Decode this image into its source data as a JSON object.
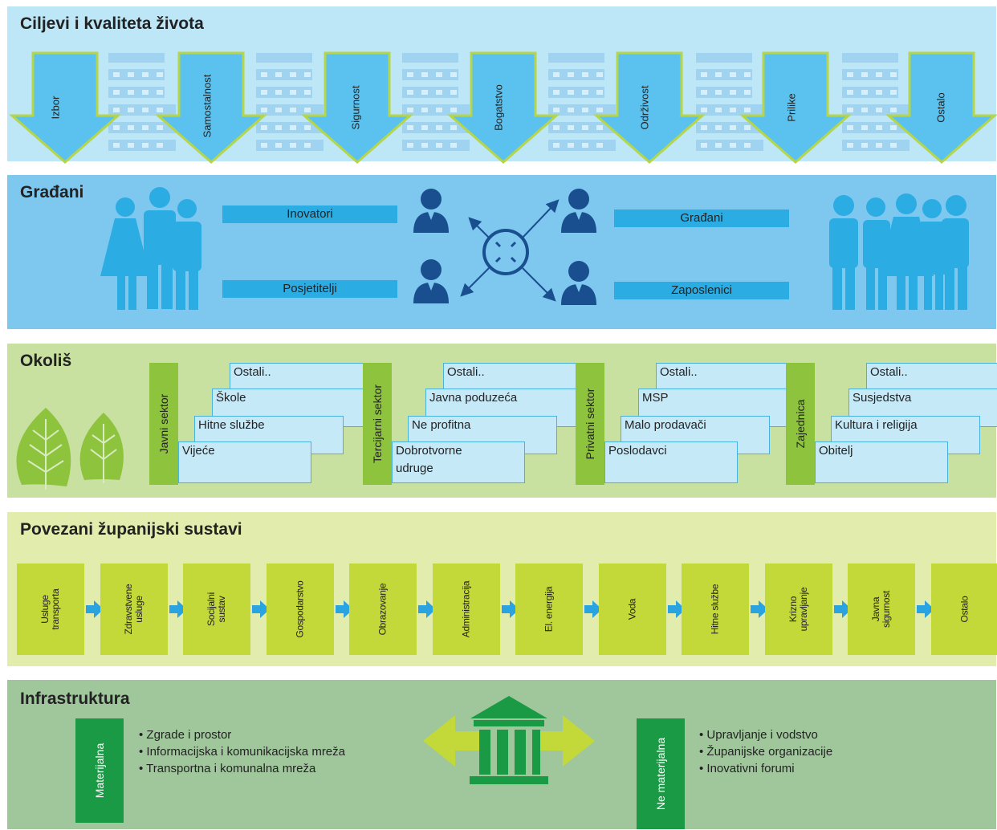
{
  "colors": {
    "band1": "#bde6f7",
    "band2": "#7ec8f0",
    "band3": "#c8e0a0",
    "band4": "#e2ecac",
    "band5": "#9fc79b",
    "arrow_fill": "#5bc2ef",
    "arrow_stroke": "#b5d64a",
    "people_light": "#2bace3",
    "people_dark": "#1a4f8f",
    "sector_green": "#8ec33e",
    "card_blue": "#c6e9f8",
    "system_green": "#c3d93a",
    "chevron_blue": "#2aa4e0",
    "material_green": "#1a9a44",
    "side_arrow_green": "#c3d93a"
  },
  "goals": {
    "title": "Ciljevi i kvaliteta života",
    "items": [
      "Izbor",
      "Samostalnost",
      "Sigurnost",
      "Bogatstvo",
      "Održivost",
      "Prilike",
      "Ostalo"
    ]
  },
  "citizens": {
    "title": "Građani",
    "left_bars": [
      "Inovatori",
      "Posjetitelji"
    ],
    "right_bars": [
      "Građani",
      "Zaposlenici"
    ]
  },
  "environment": {
    "title": "Okoliš",
    "sectors": [
      {
        "label": "Javni sektor",
        "cards": [
          "Ostali..",
          "Škole",
          "Hitne službe",
          "Vijeće"
        ]
      },
      {
        "label": "Tercijarni sektor",
        "cards": [
          "Ostali..",
          "Javna poduzeća",
          "Ne profitna",
          "Dobrotvorne\nudruge"
        ]
      },
      {
        "label": "Privatni sektor",
        "cards": [
          "Ostali..",
          "MSP",
          "Malo  prodavači",
          "Poslodavci"
        ]
      },
      {
        "label": "Zajednica",
        "cards": [
          "Ostali..",
          "Susjedstva",
          "Kultura i religija",
          "Obitelj"
        ]
      }
    ]
  },
  "systems": {
    "title": "Povezani županijski sustavi",
    "items": [
      "Usluge\ntransporta",
      "Zdravstvene\nusluge",
      "Socijalni\nsustav",
      "Gospodarstvo",
      "Obrazovanje",
      "Administracija",
      "El. energija",
      "Voda",
      "Hitne službe",
      "Krizno\nupravljanje",
      "Javna\nsigurnost",
      "Ostalo"
    ]
  },
  "infrastructure": {
    "title": "Infrastruktura",
    "material": {
      "label": "Materijalna",
      "items": [
        "Zgrade i prostor",
        "Informacijska i komunikacijska mreža",
        "Transportna i komunalna mreža"
      ]
    },
    "immaterial": {
      "label": "Ne materijalna",
      "items": [
        "Upravljanje i vodstvo",
        "Županijske organizacije",
        "Inovativni forumi"
      ]
    }
  },
  "icons": [
    "building-icon",
    "person-icon",
    "group-icon",
    "leaf-icon",
    "chevron-right-icon",
    "bank-icon",
    "double-arrow-icon",
    "circle-cross-icon"
  ]
}
